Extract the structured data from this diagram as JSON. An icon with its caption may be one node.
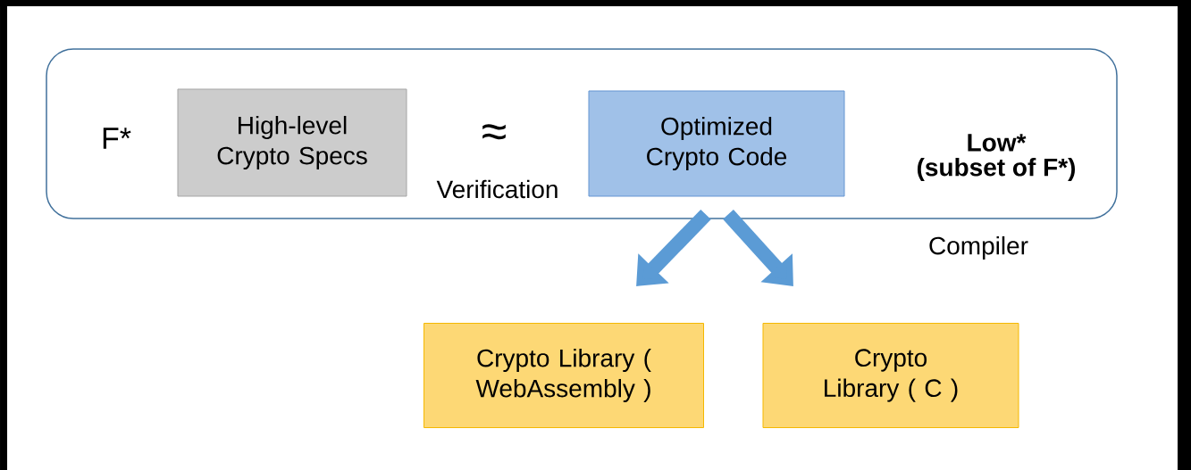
{
  "diagram": {
    "nodes": [
      {
        "text": [
          "F*"
        ]
      },
      {
        "text": [
          "High-level Crypto Specs"
        ],
        "in": 0
      },
      {
        "text": [
          "Optimized Crypto Code"
        ],
        "in": 0
      },
      {
        "text": [
          "Crypto Library ( WebAssembly )"
        ]
      },
      {
        "text": [
          "Crypto Library ( C )"
        ]
      }
    ],
    "edges": [
      {
        "from": 2,
        "to": 3,
        "arrow": "to"
      },
      {
        "from": 2,
        "to": 4,
        "arrow": "to"
      }
    ],
    "labels": [
      "≈",
      "Verification",
      "Low*",
      "(subset of F*)",
      "Compiler"
    ]
  }
}
